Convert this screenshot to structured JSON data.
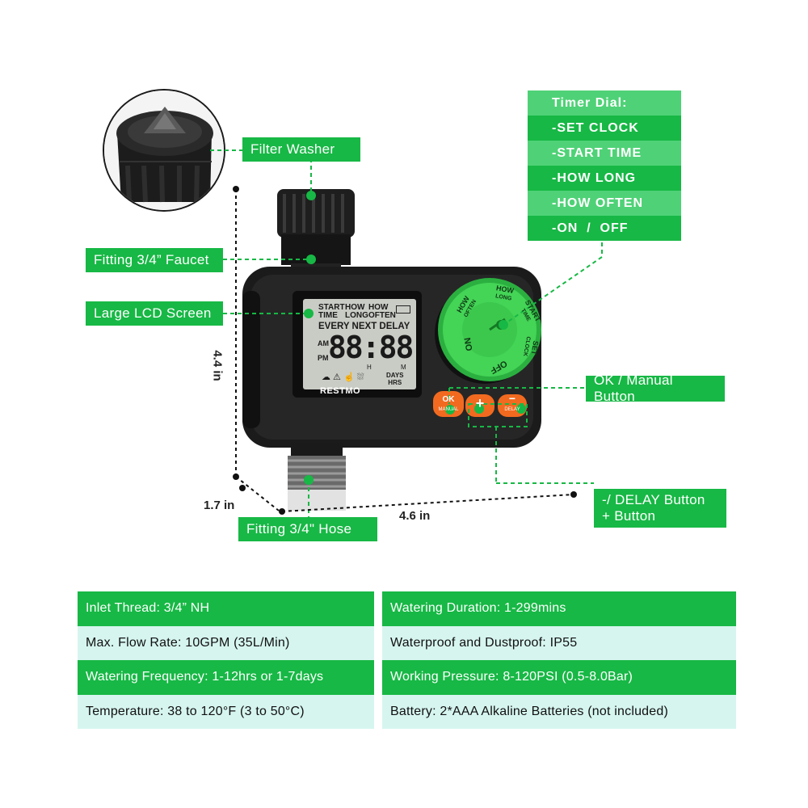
{
  "labels": {
    "filter_washer": "Filter Washer",
    "fitting_faucet": "Fitting 3/4” Faucet",
    "large_lcd": "Large LCD Screen",
    "ok_manual": "OK / Manual Button",
    "fitting_hose": "Fitting 3/4\" Hose",
    "delay_line1": "-/ DELAY Button",
    "delay_line2": "+ Button"
  },
  "timer_dial": {
    "title": "Timer Dial:",
    "items": [
      "-SET CLOCK",
      "-START TIME",
      "-HOW LONG",
      "-HOW OFTEN",
      "-ON  /  OFF"
    ]
  },
  "dimensions": {
    "height": "4.4 in",
    "depth": "1.7 in",
    "width": "4.6 in"
  },
  "device": {
    "brand": "RESTMO",
    "lcd_top1": "START",
    "lcd_top1b": "TIME",
    "lcd_top2": "HOW",
    "lcd_top2b": "LONG",
    "lcd_top3": "HOW",
    "lcd_top3b": "OFTEN",
    "lcd_row": "EVERY NEXT DELAY",
    "lcd_am": "AM",
    "lcd_pm": "PM",
    "lcd_digits": "88:88",
    "lcd_h": "H",
    "lcd_m": "M",
    "lcd_days": "DAYS",
    "lcd_hrs": "HRS",
    "btn_ok": "OK",
    "btn_manual": "MANUAL",
    "btn_plus": "+",
    "btn_minus": "−",
    "btn_delay": "DELAY",
    "dial_how_often_1": "HOW",
    "dial_how_often_2": "OFTEN",
    "dial_how_long_1": "HOW",
    "dial_how_long_2": "LONG",
    "dial_start_1": "START",
    "dial_start_2": "TIME",
    "dial_set_1": "SET",
    "dial_set_2": "CLOCK",
    "dial_off": "OFF",
    "dial_on": "ON"
  },
  "specs": [
    [
      "Inlet Thread: 3/4” NH",
      "Watering Duration: 1-299mins"
    ],
    [
      "Max. Flow Rate: 10GPM (35L/Min)",
      "Waterproof and Dustproof: IP55"
    ],
    [
      "Watering Frequency: 1-12hrs or 1-7days",
      "Working Pressure: 8-120PSI (0.5-8.0Bar)"
    ],
    [
      "Temperature: 38 to 120°F (3 to 50°C)",
      "Battery: 2*AAA Alkaline Batteries (not included)"
    ]
  ],
  "colors": {
    "accent": "#17b845",
    "accent_light": "#4fd277",
    "dial": "#3ccf4e",
    "orange": "#f26a1f",
    "spec_light": "#d6f5ef"
  }
}
